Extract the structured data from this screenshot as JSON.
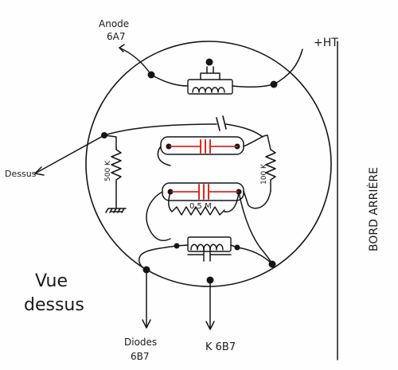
{
  "labels": {
    "anode_line1": "Anode",
    "anode_line2": "6A7",
    "ht": "+HT",
    "dessus": "Dessus",
    "r_500k": "500 K",
    "r_100k": "100 K",
    "r_05m": "0,5 M",
    "bord_arriere": "BORD ARRIÈRE",
    "vue_dessus_line1": "Vue",
    "vue_dessus_line2": "dessus",
    "diodes_line1": "Diodes",
    "diodes_line2": "6B7",
    "k_6b7": "K 6B7"
  },
  "colors": {
    "ink": "#151515",
    "capacitor_band": "#e0291f",
    "paper": "#fefefe"
  },
  "icons": [
    "arrow-icon",
    "ground-icon",
    "capacitor-icon",
    "inductor-icon",
    "resistor-icon"
  ]
}
